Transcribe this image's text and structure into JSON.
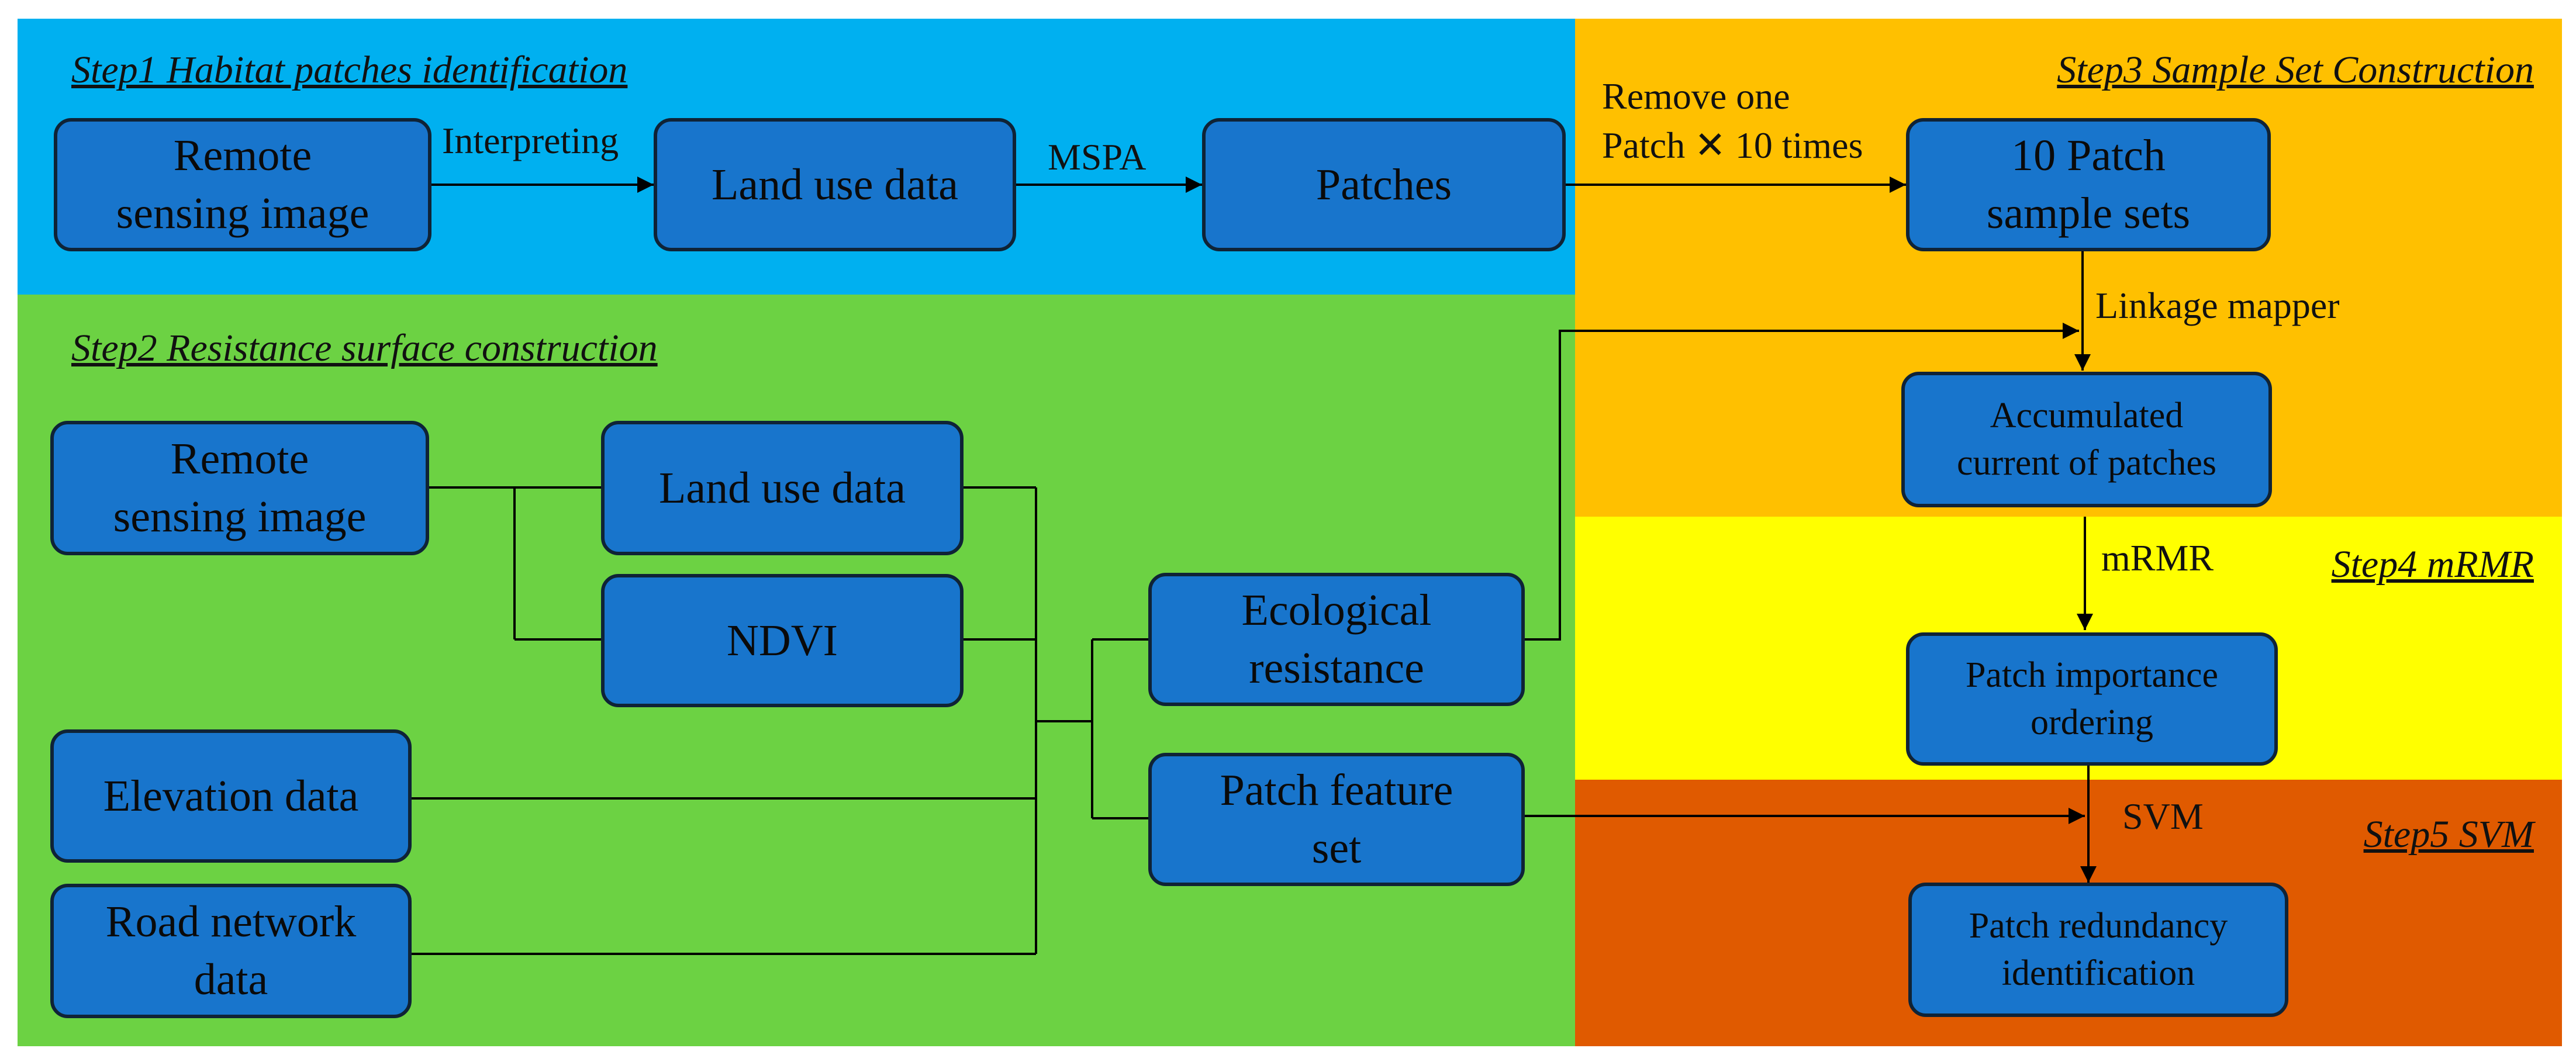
{
  "colors": {
    "step1_bg": "#00b0f0",
    "step2_bg": "#6cd243",
    "step3_bg": "#ffc000",
    "step4_bg": "#ffff00",
    "step5_bg": "#e05a00",
    "box_fill": "#1875cc",
    "box_border": "#0f2336"
  },
  "steps": {
    "step1": "Step1 Habitat patches identification",
    "step2": "Step2 Resistance surface construction",
    "step3": "Step3 Sample Set Construction",
    "step4": "Step4 mRMR",
    "step5": "Step5 SVM"
  },
  "nodes": {
    "s1_remote": "Remote\nsensing image",
    "s1_landuse": "Land use data",
    "s1_patches": "Patches",
    "s3_samples": "10 Patch\nsample sets",
    "s3_current": "Accumulated\ncurrent of patches",
    "s4_ordering": "Patch importance\nordering",
    "s5_redundancy": "Patch redundancy\nidentification",
    "s2_remote": "Remote\nsensing image",
    "s2_landuse": "Land use data",
    "s2_ndvi": "NDVI",
    "s2_elevation": "Elevation data",
    "s2_road": "Road network\ndata",
    "s2_resistance": "Ecological\nresistance",
    "s2_feature": "Patch feature\nset"
  },
  "edge_labels": {
    "interpreting": "Interpreting",
    "mspa": "MSPA",
    "remove_line1": "Remove one",
    "remove_line2": "Patch ✕ 10 times",
    "linkage": "Linkage mapper",
    "mrmr": "mRMR",
    "svm": "SVM"
  }
}
